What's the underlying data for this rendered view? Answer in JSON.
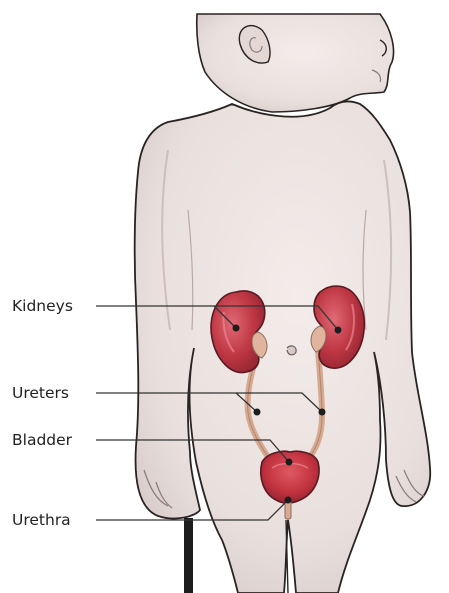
{
  "labels": {
    "kidneys": "Kidneys",
    "ureters": "Ureters",
    "bladder": "Bladder",
    "urethra": "Urethra"
  },
  "colors": {
    "skin": "#ece4e1",
    "skin_shadow": "#d9cecb",
    "outline": "#2a2323",
    "kidney": "#b8323d",
    "kidney_dark": "#8f2330",
    "kidney_light": "#e6808a",
    "renal_pelvis": "#e1b49d",
    "ureter": "#ddb39b",
    "leader_line": "#333333",
    "bars": "#1d1d1d"
  },
  "icons": [
    "body-silhouette",
    "kidney-left",
    "kidney-right",
    "ureter-left",
    "ureter-right",
    "bladder",
    "urethra"
  ]
}
